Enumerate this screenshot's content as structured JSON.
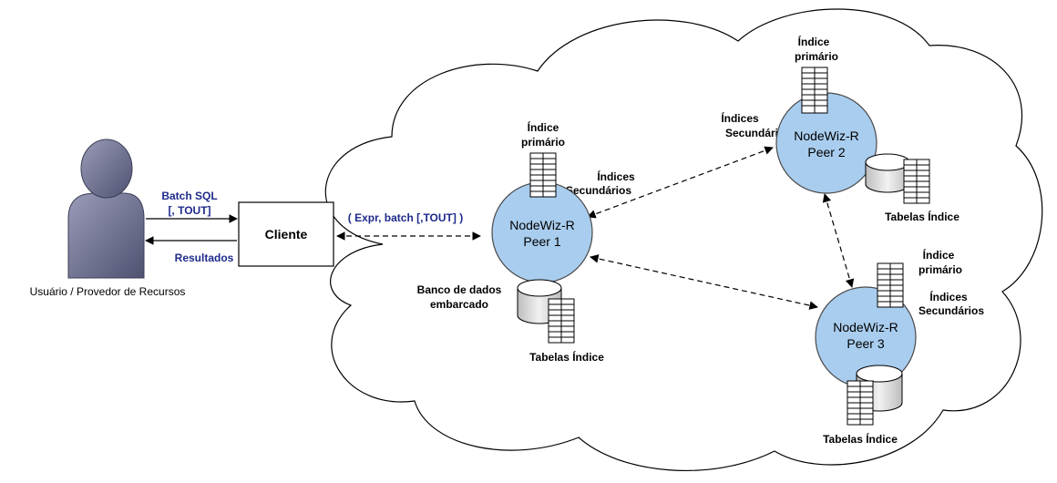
{
  "user": {
    "label": "Usuário / Provedor de Recursos",
    "request_line1": "Batch SQL",
    "request_line2": "[, TOUT]",
    "response": "Resultados"
  },
  "client": {
    "label": "Cliente"
  },
  "client_link": {
    "label": "( Expr, batch [,TOUT] )"
  },
  "peers": [
    {
      "line1": "NodeWiz-R",
      "line2": "Peer 1",
      "primary_index_1": "Índice",
      "primary_index_2": "primário",
      "secondary_index_1": "Índices",
      "secondary_index_2": "Secundários",
      "db_1": "Banco de dados",
      "db_2": "embarcado",
      "tables": "Tabelas Índice"
    },
    {
      "line1": "NodeWiz-R",
      "line2": "Peer 2",
      "primary_index_1": "Índice",
      "primary_index_2": "primário",
      "secondary_index_1": "Índices",
      "secondary_index_2": "Secundários",
      "tables": "Tabelas Índice"
    },
    {
      "line1": "NodeWiz-R",
      "line2": "Peer 3",
      "primary_index_1": "Índice",
      "primary_index_2": "primário",
      "secondary_index_1": "Índices",
      "secondary_index_2": "Secundários",
      "tables": "Tabelas Índice"
    }
  ],
  "colors": {
    "peer_fill": "#a9cdee",
    "peer_stroke": "#4a4a4a",
    "link_text": "#1f2a8c",
    "user_icon": "#6c6f8c"
  }
}
